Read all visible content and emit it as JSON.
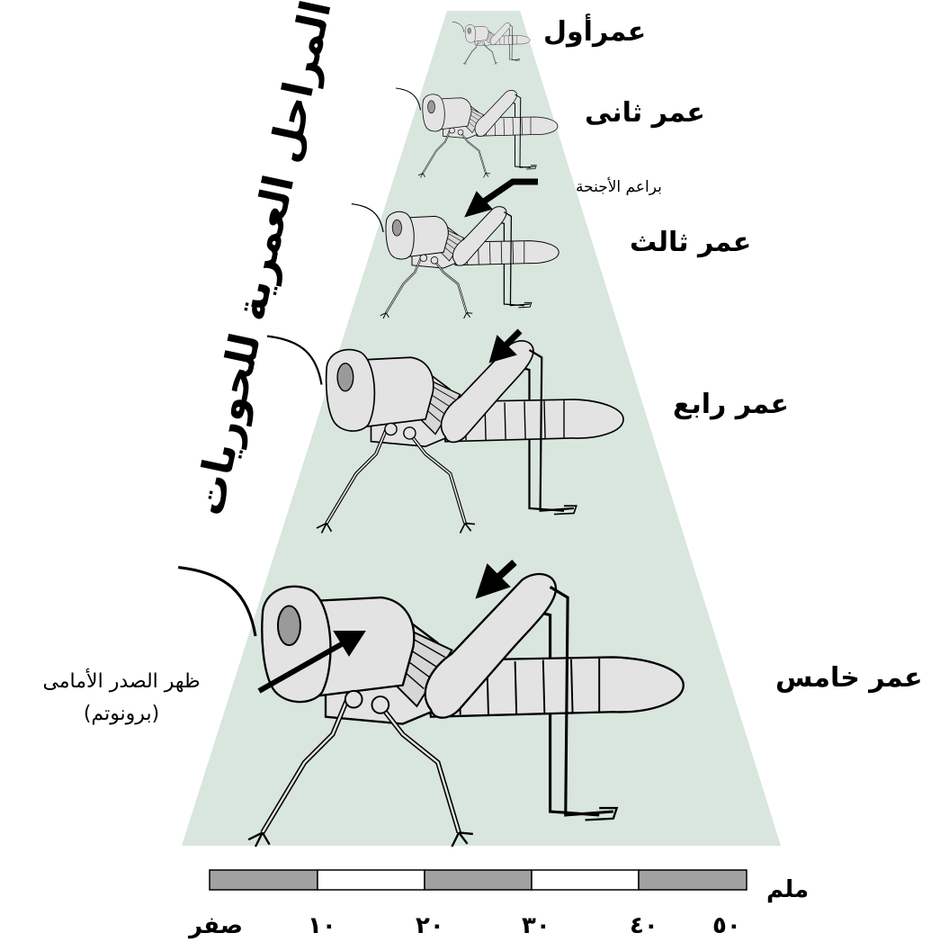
{
  "title": "المراحل العمرية للحوريات",
  "instars": [
    {
      "label": "عمرأول"
    },
    {
      "label": "عمر ثانى"
    },
    {
      "label": "عمر ثالث"
    },
    {
      "label": "عمر رابع"
    },
    {
      "label": "عمر خامس"
    }
  ],
  "annotations": {
    "wing_buds": "براعم الأجنحة",
    "pronotum_line1": "ظهر الصدر الأمامى",
    "pronotum_line2": "(برونوتم)"
  },
  "scale": {
    "unit": "ملم",
    "ticks": [
      "صفر",
      "١٠",
      "٢٠",
      "٣٠",
      "٤٠",
      "٥٠"
    ]
  },
  "colors": {
    "background_wedge": "#d8e6de",
    "insect_fill": "#e3e3e3",
    "eye_fill": "#9a9a9a",
    "scale_dark": "#a1a1a1",
    "scale_light": "#ffffff"
  }
}
